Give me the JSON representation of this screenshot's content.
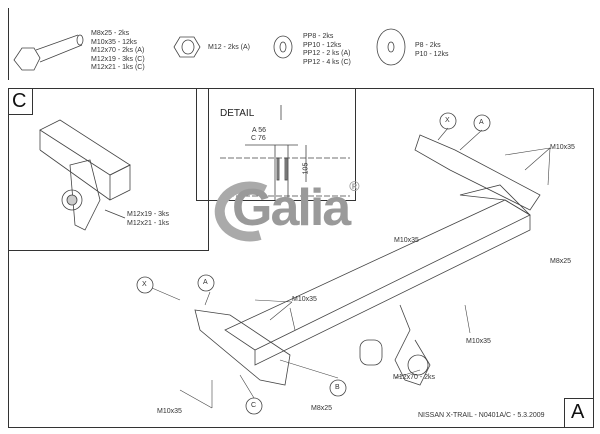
{
  "parts": {
    "bolt": [
      "M8x25 - 2ks",
      "M10x35 - 12ks",
      "M12x70 - 2ks (A)",
      "M12x19 - 3ks (C)",
      "M12x21 - 1ks (C)"
    ],
    "nut": [
      "M12 - 2ks (A)"
    ],
    "spring_washer": [
      "PP8 - 2ks",
      "PP10 - 12ks",
      "PP12 - 2 ks (A)",
      "PP12 - 4 ks (C)"
    ],
    "flat_washer": [
      "P8 - 2ks",
      "P10 - 12ks"
    ]
  },
  "detail": {
    "title": "DETAIL",
    "dim_a": "A 56",
    "dim_c": "C 76",
    "dim_h": "105"
  },
  "view_c": {
    "letter": "C",
    "bolts": [
      "M12x19 - 3ks",
      "M12x21 - 1ks"
    ]
  },
  "logo": {
    "text": "Galia",
    "mark": "®"
  },
  "callouts": {
    "x": "X",
    "a": "A",
    "b": "B",
    "c": "C",
    "m10x35": "M10x35",
    "m8x25": "M8x25",
    "m12x70": "M12x70 - 2ks"
  },
  "footer": {
    "title": "NISSAN X-TRAIL - N0401A/C - 5.3.2009",
    "view_letter": "A"
  }
}
